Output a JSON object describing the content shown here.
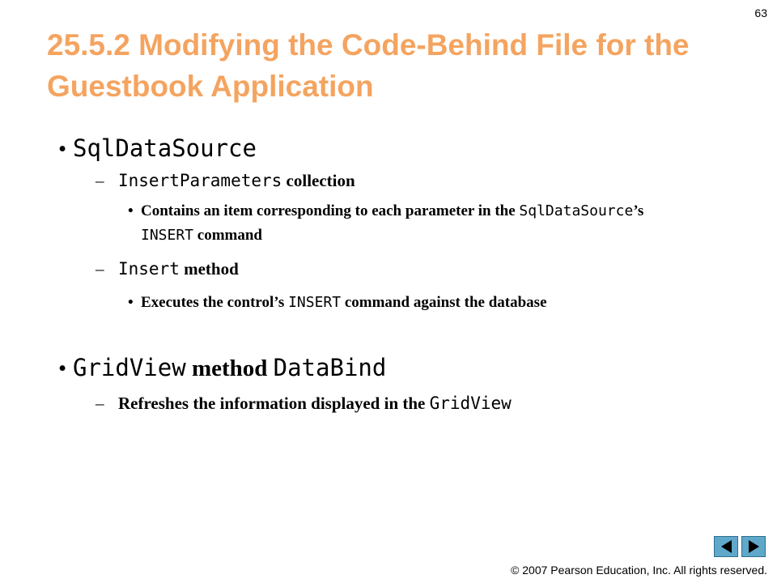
{
  "page_number": "63",
  "title": "25.5.2 Modifying the Code-Behind File for the Guestbook Application",
  "bullets": [
    {
      "code": "SqlDataSource",
      "subitems": [
        {
          "code": "InsertParameters",
          "text": " collection",
          "details": [
            {
              "text1": "Contains an item corresponding to each parameter in the ",
              "code1": "SqlDataSource",
              "text2": "’s ",
              "code2": "INSERT",
              "text3": " command"
            }
          ]
        },
        {
          "code": "Insert",
          "text": " method",
          "details": [
            {
              "text1": "Executes the control’s ",
              "code1": "INSERT",
              "text2": " command against the database"
            }
          ]
        }
      ]
    },
    {
      "code": "GridView",
      "text": " method ",
      "code2": "DataBind",
      "subitems": [
        {
          "text": "Refreshes the information displayed in the ",
          "code": "GridView"
        }
      ]
    }
  ],
  "footer": "© 2007 Pearson Education, Inc.  All rights reserved.",
  "nav": {
    "prev_icon": "triangle-left-icon",
    "next_icon": "triangle-right-icon",
    "button_color": "#5fa8c9"
  }
}
